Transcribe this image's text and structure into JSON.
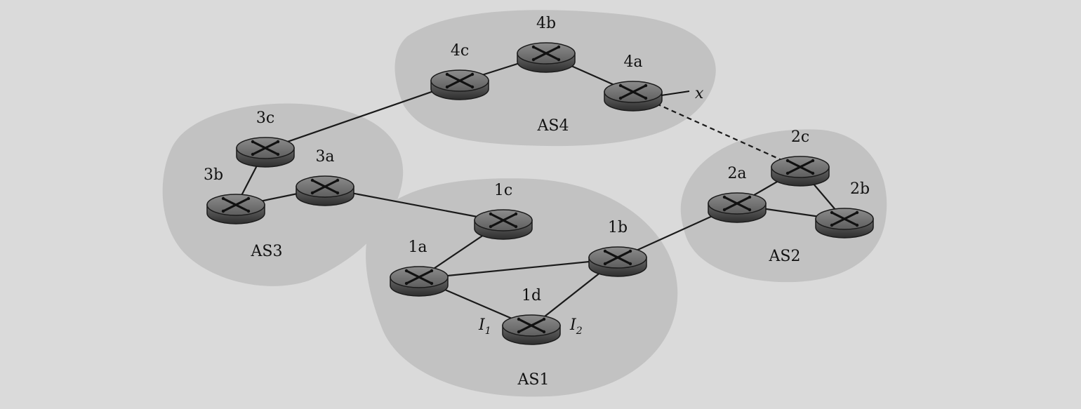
{
  "diagram": {
    "autonomous_systems": [
      {
        "id": "AS1",
        "label": "AS1"
      },
      {
        "id": "AS2",
        "label": "AS2"
      },
      {
        "id": "AS3",
        "label": "AS3"
      },
      {
        "id": "AS4",
        "label": "AS4"
      }
    ],
    "routers": [
      {
        "id": "4b",
        "label": "4b",
        "as": "AS4"
      },
      {
        "id": "4c",
        "label": "4c",
        "as": "AS4"
      },
      {
        "id": "4a",
        "label": "4a",
        "as": "AS4"
      },
      {
        "id": "3c",
        "label": "3c",
        "as": "AS3"
      },
      {
        "id": "3a",
        "label": "3a",
        "as": "AS3"
      },
      {
        "id": "3b",
        "label": "3b",
        "as": "AS3"
      },
      {
        "id": "1c",
        "label": "1c",
        "as": "AS1"
      },
      {
        "id": "1a",
        "label": "1a",
        "as": "AS1"
      },
      {
        "id": "1b",
        "label": "1b",
        "as": "AS1"
      },
      {
        "id": "1d",
        "label": "1d",
        "as": "AS1"
      },
      {
        "id": "2a",
        "label": "2a",
        "as": "AS2"
      },
      {
        "id": "2c",
        "label": "2c",
        "as": "AS2"
      },
      {
        "id": "2b",
        "label": "2b",
        "as": "AS2"
      }
    ],
    "links": [
      {
        "from": "4c",
        "to": "4b",
        "style": "solid"
      },
      {
        "from": "4b",
        "to": "4a",
        "style": "solid"
      },
      {
        "from": "4c",
        "to": "3c",
        "style": "solid"
      },
      {
        "from": "3c",
        "to": "3b",
        "style": "solid"
      },
      {
        "from": "3b",
        "to": "3a",
        "style": "solid"
      },
      {
        "from": "3a",
        "to": "1c",
        "style": "solid"
      },
      {
        "from": "1c",
        "to": "1a",
        "style": "solid"
      },
      {
        "from": "1a",
        "to": "1b",
        "style": "solid"
      },
      {
        "from": "1a",
        "to": "1d",
        "style": "solid"
      },
      {
        "from": "1d",
        "to": "1b",
        "style": "solid"
      },
      {
        "from": "1b",
        "to": "2a",
        "style": "solid"
      },
      {
        "from": "2a",
        "to": "2c",
        "style": "solid"
      },
      {
        "from": "2a",
        "to": "2b",
        "style": "solid"
      },
      {
        "from": "2c",
        "to": "2b",
        "style": "solid"
      },
      {
        "from": "4a",
        "to": "2c",
        "style": "dashed"
      }
    ],
    "prefix_label": "x",
    "interface_labels": [
      {
        "base": "I",
        "sub": "1"
      },
      {
        "base": "I",
        "sub": "2"
      }
    ]
  }
}
